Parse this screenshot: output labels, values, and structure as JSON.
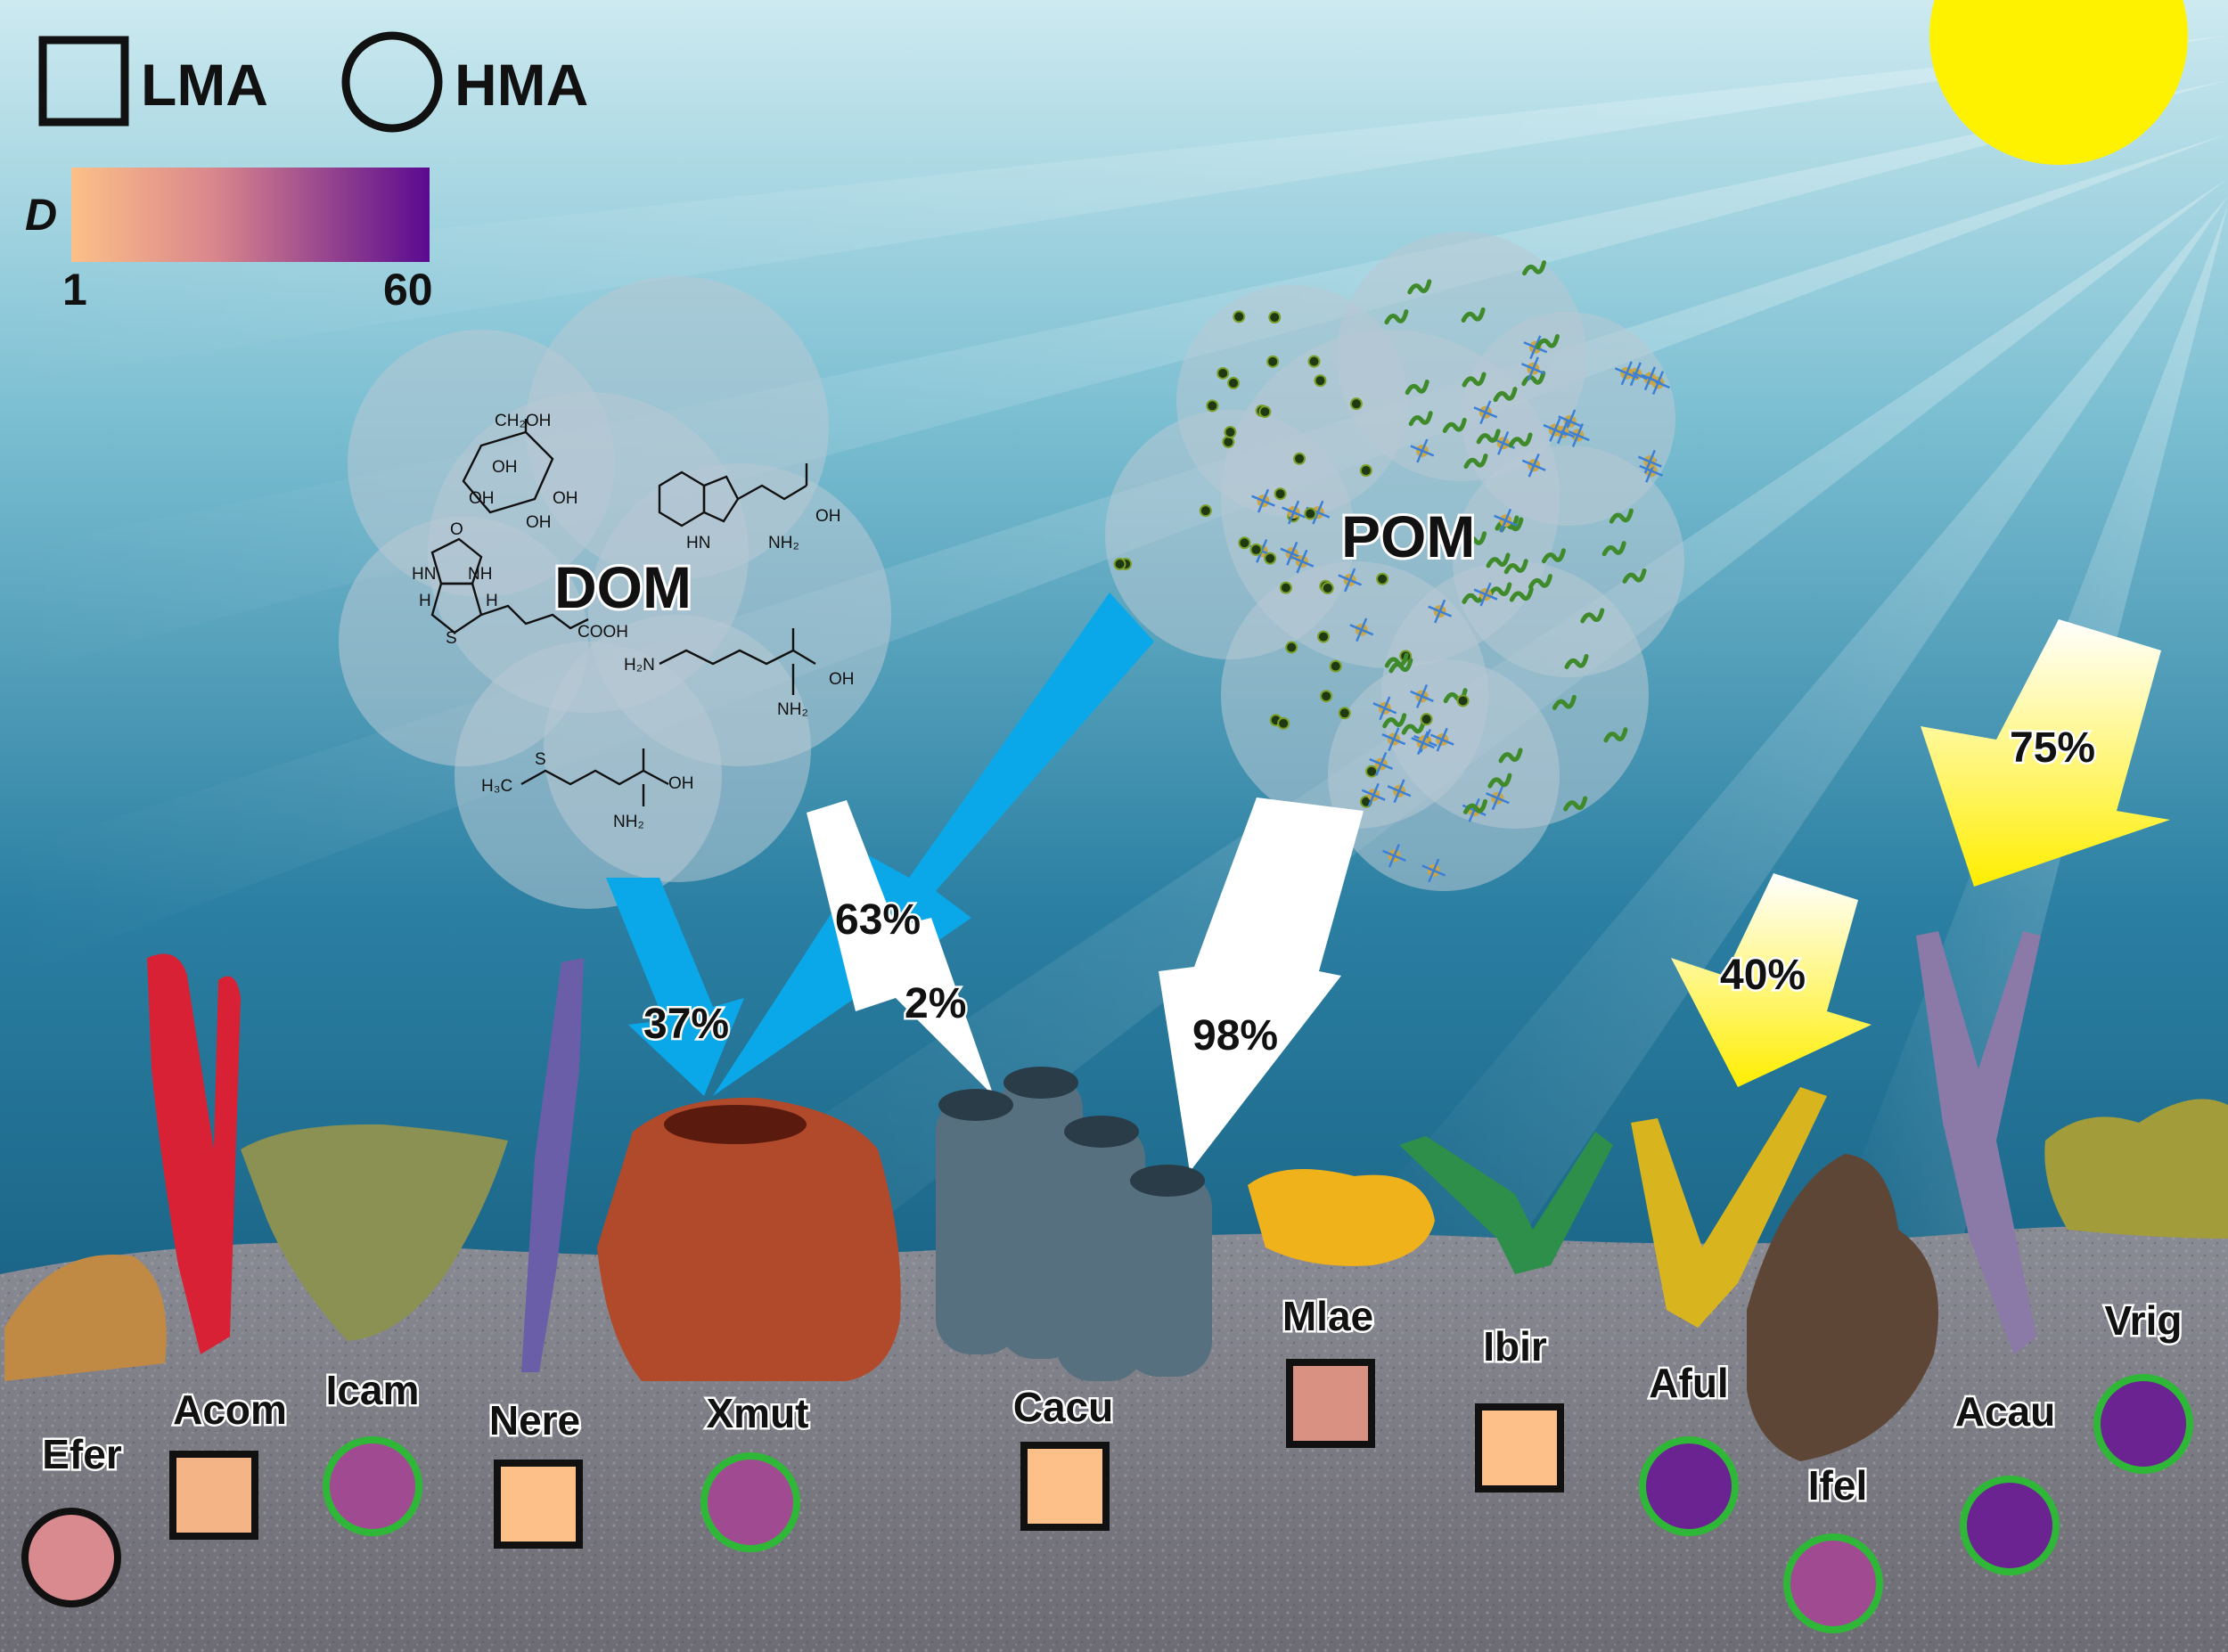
{
  "legend": {
    "lma_label": "LMA",
    "hma_label": "HMA",
    "scale_label": "D",
    "scale_min": "1",
    "scale_max": "60",
    "scale_color_low": "#fcc088",
    "scale_color_high": "#5a0a90"
  },
  "sources": {
    "dom_label": "DOM",
    "pom_label": "POM",
    "dom_color": "#0aa8e8",
    "pom_color": "#ffffff",
    "light_color": "#ffee00"
  },
  "chemicals": {
    "glucose": [
      "CH₂OH",
      "OH",
      "OH",
      "OH",
      "OH"
    ],
    "tryptophan": [
      "OH",
      "HN",
      "NH₂"
    ],
    "biotin": [
      "O",
      "HN",
      "NH",
      "H",
      "H",
      "S",
      "COOH"
    ],
    "lysine": [
      "H₂N",
      "OH",
      "NH₂"
    ],
    "methionine": [
      "H₃C",
      "S",
      "OH",
      "NH₂"
    ]
  },
  "flows": [
    {
      "id": "dom-to-xmut",
      "source": "DOM",
      "value": "37%"
    },
    {
      "id": "pom-to-xmut",
      "source": "POM",
      "value": "63%"
    },
    {
      "id": "dom-to-cacu",
      "source": "DOM",
      "value": "2%"
    },
    {
      "id": "pom-to-cacu",
      "source": "POM",
      "value": "98%"
    },
    {
      "id": "light-to-aful",
      "source": "light",
      "value": "40%"
    },
    {
      "id": "light-to-acau",
      "source": "light",
      "value": "75%"
    }
  ],
  "species": [
    {
      "name": "Efer",
      "type": "HMA",
      "color": "#d98a8e",
      "border": "#111111"
    },
    {
      "name": "Acom",
      "type": "LMA",
      "color": "#f5b486",
      "border": "#111111"
    },
    {
      "name": "Icam",
      "type": "HMA",
      "color": "#a04a92",
      "border": "#2fb838"
    },
    {
      "name": "Nere",
      "type": "LMA",
      "color": "#fcc088",
      "border": "#111111"
    },
    {
      "name": "Xmut",
      "type": "HMA",
      "color": "#a04a92",
      "border": "#2fb838"
    },
    {
      "name": "Cacu",
      "type": "LMA",
      "color": "#fcc088",
      "border": "#111111"
    },
    {
      "name": "Mlae",
      "type": "LMA",
      "color": "#d99282",
      "border": "#111111"
    },
    {
      "name": "Ibir",
      "type": "LMA",
      "color": "#fcc088",
      "border": "#111111"
    },
    {
      "name": "Aful",
      "type": "HMA",
      "color": "#6a2390",
      "border": "#2fb838"
    },
    {
      "name": "Ifel",
      "type": "HMA",
      "color": "#a04a92",
      "border": "#2fb838"
    },
    {
      "name": "Acau",
      "type": "HMA",
      "color": "#6a2390",
      "border": "#2fb838"
    },
    {
      "name": "Vrig",
      "type": "HMA",
      "color": "#6a2390",
      "border": "#2fb838"
    }
  ]
}
